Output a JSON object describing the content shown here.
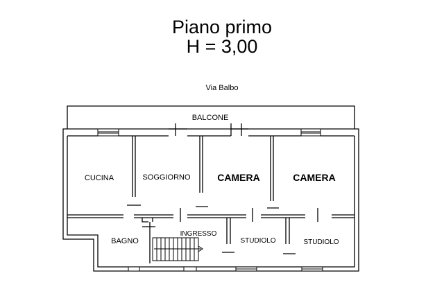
{
  "header": {
    "title": "Piano primo",
    "height_label": "H = 3,00"
  },
  "street": "Via Balbo",
  "rooms": {
    "balcone": "BALCONE",
    "cucina": "CUCINA",
    "soggiorno": "SOGGIORNO",
    "camera_1": "CAMERA",
    "camera_2": "CAMERA",
    "bagno": "BAGNO",
    "ingresso": "INGRESSO",
    "studiolo_1": "STUDIOLO",
    "studiolo_2": "STUDIOLO"
  }
}
